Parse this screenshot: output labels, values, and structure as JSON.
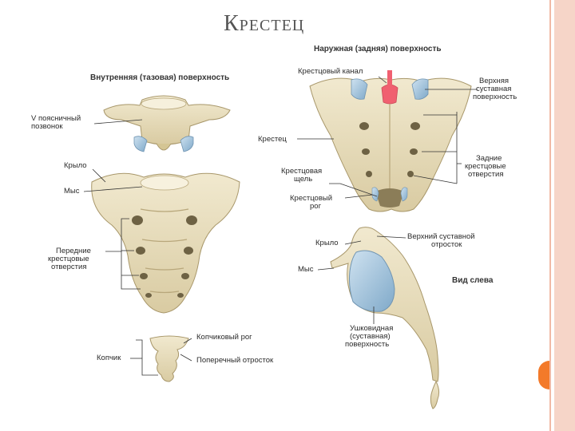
{
  "slide": {
    "title": "Крестец",
    "headings": {
      "inner": "Внутренняя (тазовая) поверхность",
      "outer": "Наружная (задняя) поверхность",
      "left_view": "Вид слева"
    },
    "labels": {
      "l5_vertebra_1": "V поясничный",
      "l5_vertebra_2": "позвонок",
      "wing": "Крыло",
      "promontory": "Мыс",
      "anterior_foramina_1": "Передние",
      "anterior_foramina_2": "крестцовые",
      "anterior_foramina_3": "отверстия",
      "coccygeal_horn": "Копчиковый рог",
      "coccyx": "Копчик",
      "transverse_process": "Поперечный отросток",
      "sacral_canal": "Крестцовый канал",
      "upper_articular_1": "Верхняя",
      "upper_articular_2": "суставная",
      "upper_articular_3": "поверхность",
      "sacrum": "Крестец",
      "sacral_hiatus_1": "Крестцовая",
      "sacral_hiatus_2": "щель",
      "posterior_foramina_1": "Задние",
      "posterior_foramina_2": "крестцовые",
      "posterior_foramina_3": "отверстия",
      "sacral_horn_1": "Крестцовый",
      "sacral_horn_2": "рог",
      "wing_lateral": "Крыло",
      "upper_articular_process_1": "Верхний суставной",
      "upper_articular_process_2": "отросток",
      "promontory_lateral": "Мыс",
      "auricular_1": "Ушковидная",
      "auricular_2": "(суставная)",
      "auricular_3": "поверхность"
    },
    "colors": {
      "bone": "#e9dfbf",
      "bone_shadow": "#cdbf95",
      "cartilage": "#a8c8df",
      "accent_border": "#f6d5c8",
      "accent_dot": "#f37a2a",
      "canal_marker": "#f06070"
    }
  }
}
